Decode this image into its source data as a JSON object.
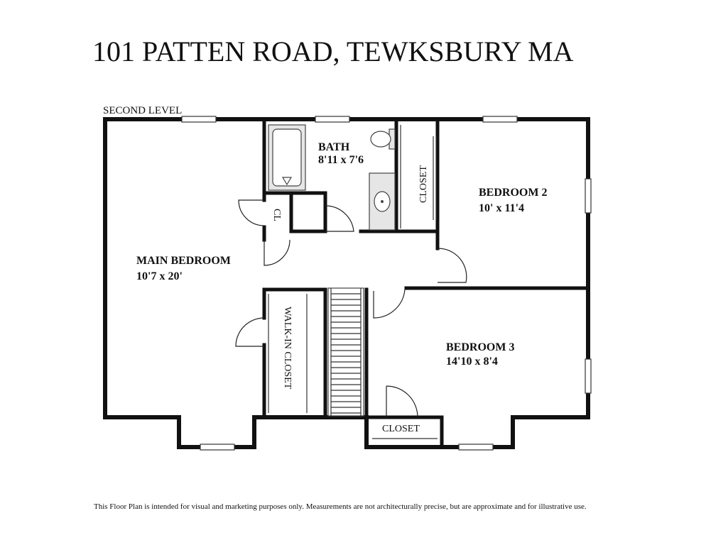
{
  "title": "101 PATTEN ROAD, TEWKSBURY MA",
  "level_label": "SECOND LEVEL",
  "rooms": {
    "main_bedroom": {
      "name": "MAIN BEDROOM",
      "dims": "10'7 x 20'"
    },
    "bath": {
      "name": "BATH",
      "dims": "8'11 x 7'6"
    },
    "bedroom2": {
      "name": "BEDROOM 2",
      "dims": "10' x 11'4"
    },
    "bedroom3": {
      "name": "BEDROOM 3",
      "dims": "14'10 x 8'4"
    }
  },
  "labels": {
    "closet_vertical": "CLOSET",
    "closet_bottom": "CLOSET",
    "cl": "CL",
    "walk_in_closet": "WALK-IN CLOSET"
  },
  "disclaimer": "This Floor Plan is intended for visual and marketing purposes only.  Measurements are not architecturally precise, but are approximate and for illustrative use."
}
